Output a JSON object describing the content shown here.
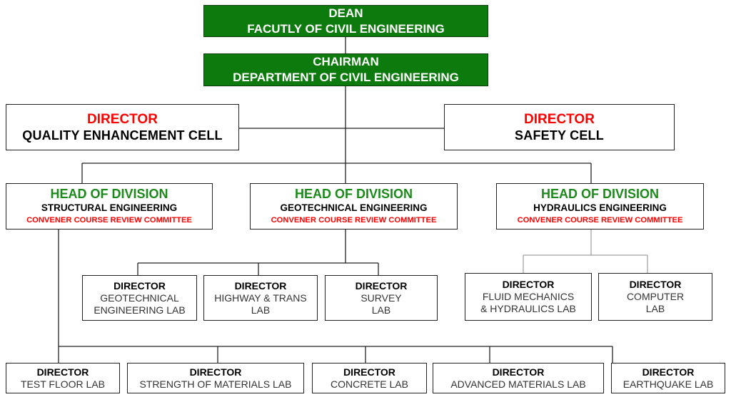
{
  "dean": {
    "title": "DEAN",
    "subtitle": "FACUTLY OF CIVIL ENGINEERING"
  },
  "chairman": {
    "title": "CHAIRMAN",
    "subtitle": "DEPARTMENT OF CIVIL ENGINEERING"
  },
  "qec": {
    "title": "DIRECTOR",
    "name": "QUALITY ENHANCEMENT CELL"
  },
  "safety": {
    "title": "DIRECTOR",
    "name": "SAFETY CELL"
  },
  "divisions": [
    {
      "title": "HEAD OF DIVISION",
      "name": "STRUCTURAL ENGINEERING",
      "committee": "CONVENER COURSE REVIEW COMMITTEE"
    },
    {
      "title": "HEAD OF DIVISION",
      "name": "GEOTECHNICAL ENGINEERING",
      "committee": "CONVENER COURSE REVIEW COMMITTEE"
    },
    {
      "title": "HEAD OF DIVISION",
      "name": "HYDRAULICS ENGINEERING",
      "committee": "CONVENER COURSE REVIEW COMMITTEE"
    }
  ],
  "geo_labs": [
    {
      "title": "DIRECTOR",
      "line1": "GEOTECHNICAL",
      "line2": "ENGINEERING LAB"
    },
    {
      "title": "DIRECTOR",
      "line1": "HIGHWAY & TRANS",
      "line2": "LAB"
    },
    {
      "title": "DIRECTOR",
      "line1": "SURVEY",
      "line2": "LAB"
    }
  ],
  "hyd_labs": [
    {
      "title": "DIRECTOR",
      "line1": "FLUID MECHANICS",
      "line2": "& HYDRAULICS  LAB"
    },
    {
      "title": "DIRECTOR",
      "line1": "COMPUTER",
      "line2": "LAB"
    }
  ],
  "struct_labs": [
    {
      "title": "DIRECTOR",
      "name": "TEST FLOOR LAB"
    },
    {
      "title": "DIRECTOR",
      "name": "STRENGTH OF MATERIALS LAB"
    },
    {
      "title": "DIRECTOR",
      "name": "CONCRETE LAB"
    },
    {
      "title": "DIRECTOR",
      "name": "ADVANCED MATERIALS LAB"
    },
    {
      "title": "DIRECTOR",
      "name": "EARTHQUAKE LAB"
    }
  ],
  "colors": {
    "header_fill": "#0c7a0c",
    "director_red": "#ff0000",
    "division_green": "#1b8a1b"
  }
}
